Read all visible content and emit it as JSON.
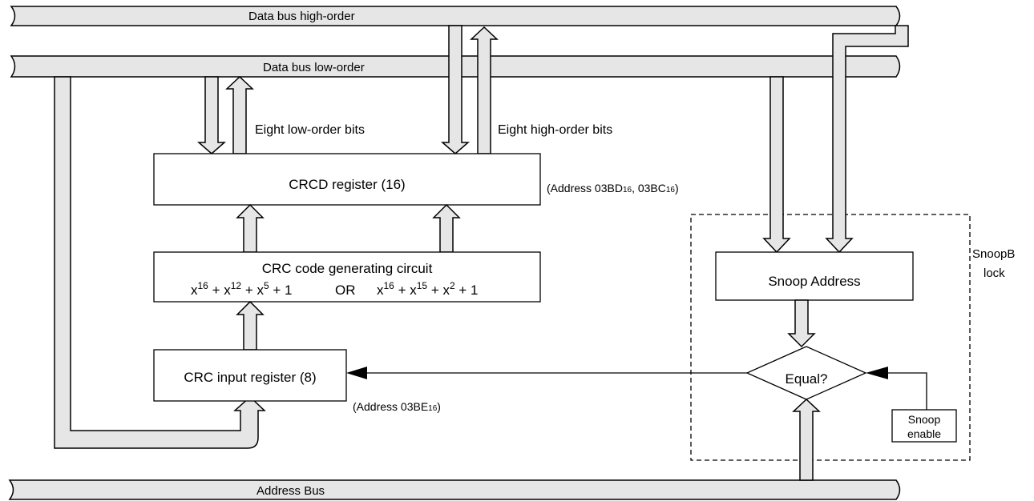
{
  "buses": {
    "high": "Data bus high-order",
    "low": "Data bus low-order",
    "address": "Address Bus"
  },
  "labels": {
    "low_bits": "Eight low-order bits",
    "high_bits": "Eight high-order bits",
    "crcd_address": "(Address 03BD",
    "crcd_address_sub1": "16",
    "crcd_address_mid": ", 03BC",
    "crcd_address_sub2": "16",
    "crcd_address_end": ")",
    "input_address": "(Address 03BE",
    "input_address_sub": "16",
    "input_address_end": ")",
    "snoop_block_line1": "SnoopB",
    "snoop_block_line2": "lock"
  },
  "blocks": {
    "crcd": "CRCD register (16)",
    "crc_gen_title": "CRC code generating circuit",
    "poly1": {
      "x1": "x",
      "e1": "16",
      "p1": " + x",
      "e2": "12",
      "p2": " + x",
      "e3": "5",
      "p3": " + 1"
    },
    "poly_or": "OR",
    "poly2": {
      "x1": "x",
      "e1": "16",
      "p1": " + x",
      "e2": "15",
      "p2": " + x",
      "e3": "2",
      "p3": " + 1"
    },
    "crc_input": "CRC input register (8)",
    "snoop_address": "Snoop Address",
    "equal": "Equal?",
    "snoop_enable_line1": "Snoop",
    "snoop_enable_line2": "enable"
  }
}
